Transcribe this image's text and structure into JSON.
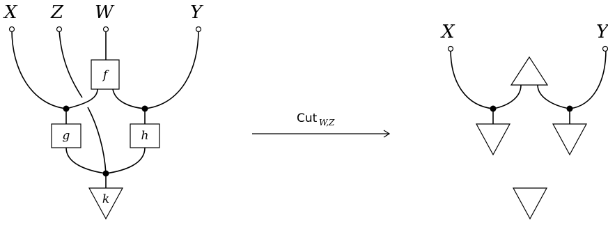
{
  "left_diagram": {
    "inputs": [
      "X",
      "Z",
      "W",
      "Y"
    ],
    "boxes": {
      "f": "f",
      "g": "g",
      "h": "h"
    },
    "effect": "k"
  },
  "arrow": {
    "label": "Cut",
    "subscript": "W,Z"
  },
  "right_diagram": {
    "inputs": [
      "X",
      "Y"
    ]
  }
}
